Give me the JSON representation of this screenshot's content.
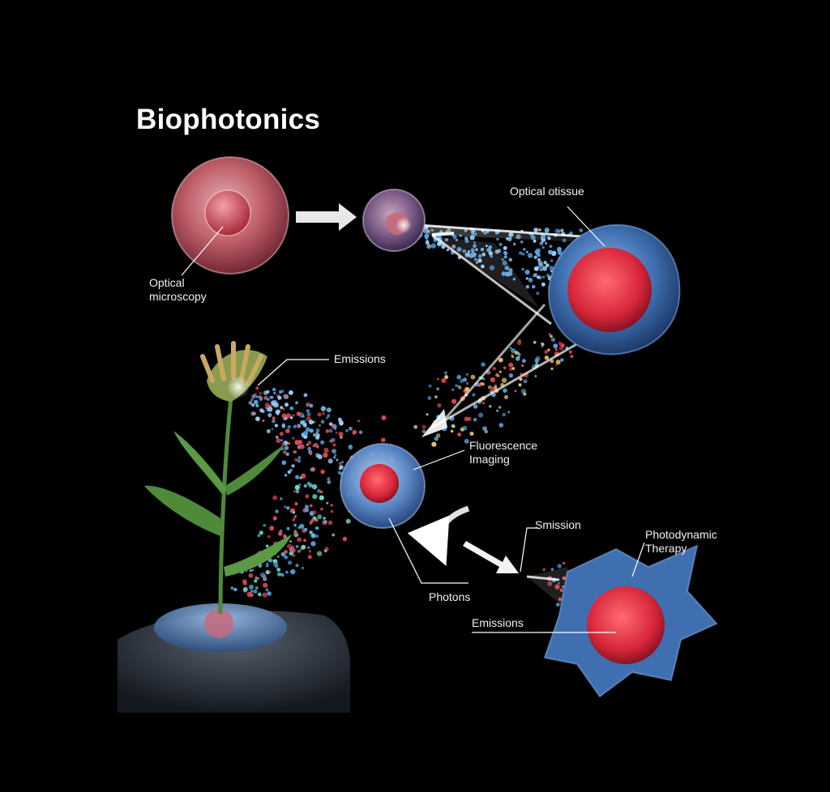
{
  "title": "Biophotonics",
  "labels": {
    "optical_microscopy": "Optical\nmicroscopy",
    "optical_tissue": "Optical otissue",
    "emissions_flower": "Emissions",
    "fluorescence_imaging": "Fluorescence\nImaging",
    "smission": "Smission",
    "photodynamic_therapy": "Photodynamic\nTherapy",
    "photons": "Photons",
    "emissions_cell": "Emissions"
  },
  "colors": {
    "background": "#000000",
    "cell_membrane_red": "#c45866",
    "nucleus_red": "#d83040",
    "cell_blue": "#3f6fb0",
    "photon_blue": "#5aa8e8",
    "photon_red": "#e04a55",
    "photon_yellow": "#e8c070",
    "leaf_green": "#4f8a3a",
    "soil_gray": "#3a4048"
  }
}
